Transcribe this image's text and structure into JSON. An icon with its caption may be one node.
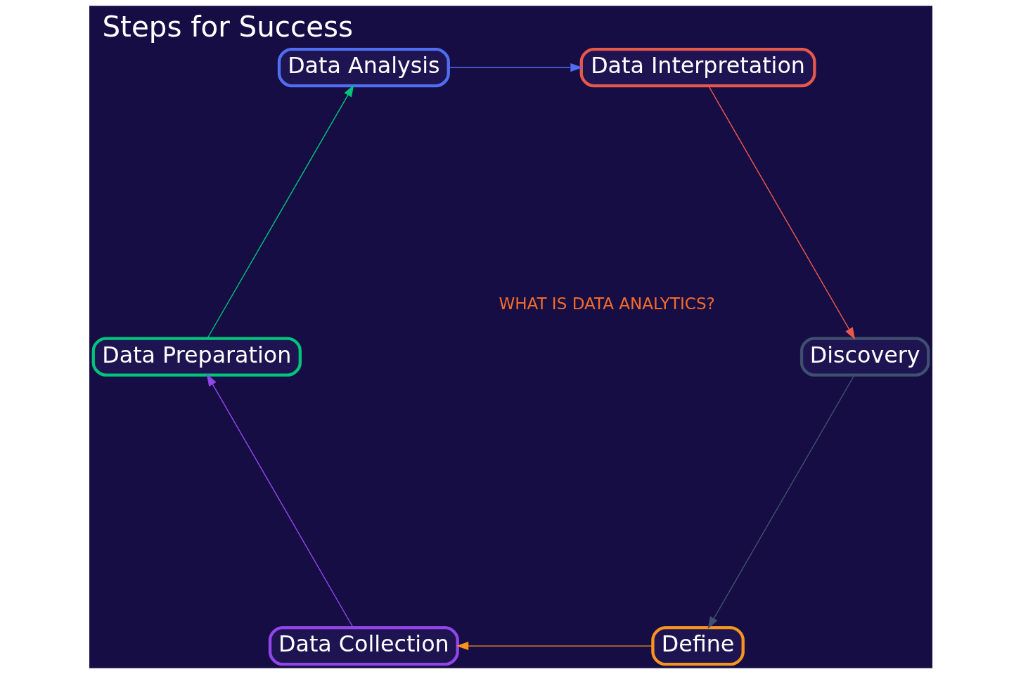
{
  "diagram": {
    "title": "Steps for Success",
    "nodes": [
      {
        "text": [
          "Define"
        ]
      },
      {
        "text": [
          "Data Collection"
        ]
      },
      {
        "text": [
          "Data Preparation"
        ]
      },
      {
        "text": [
          "Data Analysis"
        ]
      },
      {
        "text": [
          "Data Interpretation"
        ]
      },
      {
        "text": [
          "Discovery"
        ]
      }
    ],
    "edges": [
      {
        "from": 0,
        "to": 1,
        "arrow": "to",
        "color": "#f7931e"
      },
      {
        "from": 1,
        "to": 2,
        "arrow": "to",
        "color": "#9146e8"
      },
      {
        "from": 2,
        "to": 3,
        "arrow": "to",
        "color": "#00c47a"
      },
      {
        "from": 3,
        "to": 4,
        "arrow": "to",
        "color": "#4f6ef0"
      },
      {
        "from": 4,
        "to": 5,
        "arrow": "to",
        "color": "#e8584a"
      },
      {
        "from": 5,
        "to": 0,
        "arrow": "to",
        "color": "#3f4f6e"
      }
    ],
    "labels": [
      "WHAT IS DATA ANALYTICS?"
    ]
  }
}
